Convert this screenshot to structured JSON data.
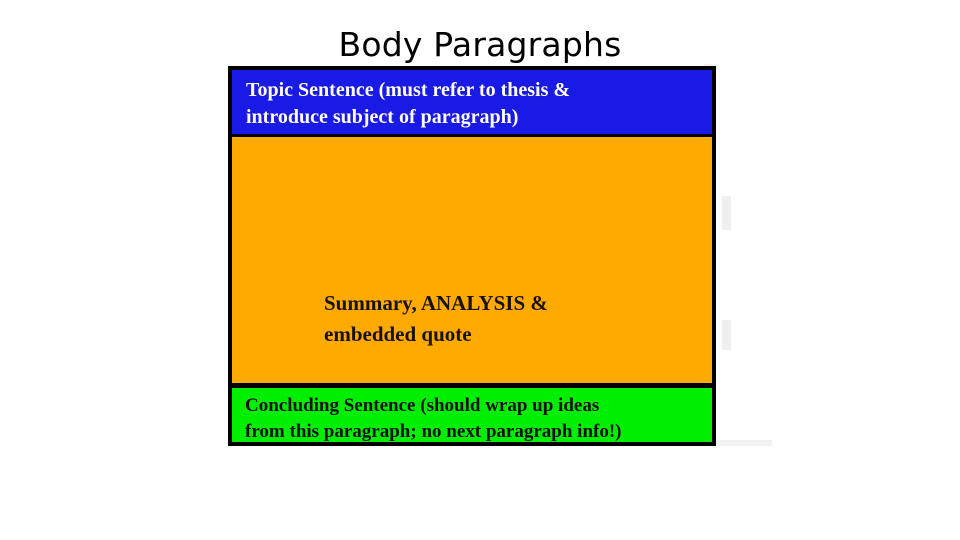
{
  "slide": {
    "title": "Body Paragraphs",
    "background_color": "#ffffff"
  },
  "diagram": {
    "name": "body-paragraph-structure",
    "border_color": "#000000",
    "blocks": [
      {
        "id": "topic-sentence",
        "role": "Topic Sentence",
        "fill_color": "#1a1ae6",
        "text_color": "#ffffff",
        "line1": "Topic Sentence (must refer to thesis &",
        "line2": "introduce subject of paragraph)",
        "full_text": "Topic Sentence (must refer to thesis & introduce subject of paragraph)"
      },
      {
        "id": "body",
        "role": "Body",
        "fill_color": "#ffaa00",
        "text_color": "#1a1208",
        "line1": "Summary, ANALYSIS &",
        "line2": "embedded quote",
        "full_text": "Summary, ANALYSIS & embedded quote"
      },
      {
        "id": "concluding-sentence",
        "role": "Concluding Sentence",
        "fill_color": "#00ee00",
        "text_color": "#111111",
        "line1": "Concluding Sentence (should wrap up ideas",
        "line2": "from this paragraph; no next paragraph info!)",
        "full_text": "Concluding Sentence (should wrap up ideas from this paragraph; no next paragraph info!)"
      }
    ]
  }
}
